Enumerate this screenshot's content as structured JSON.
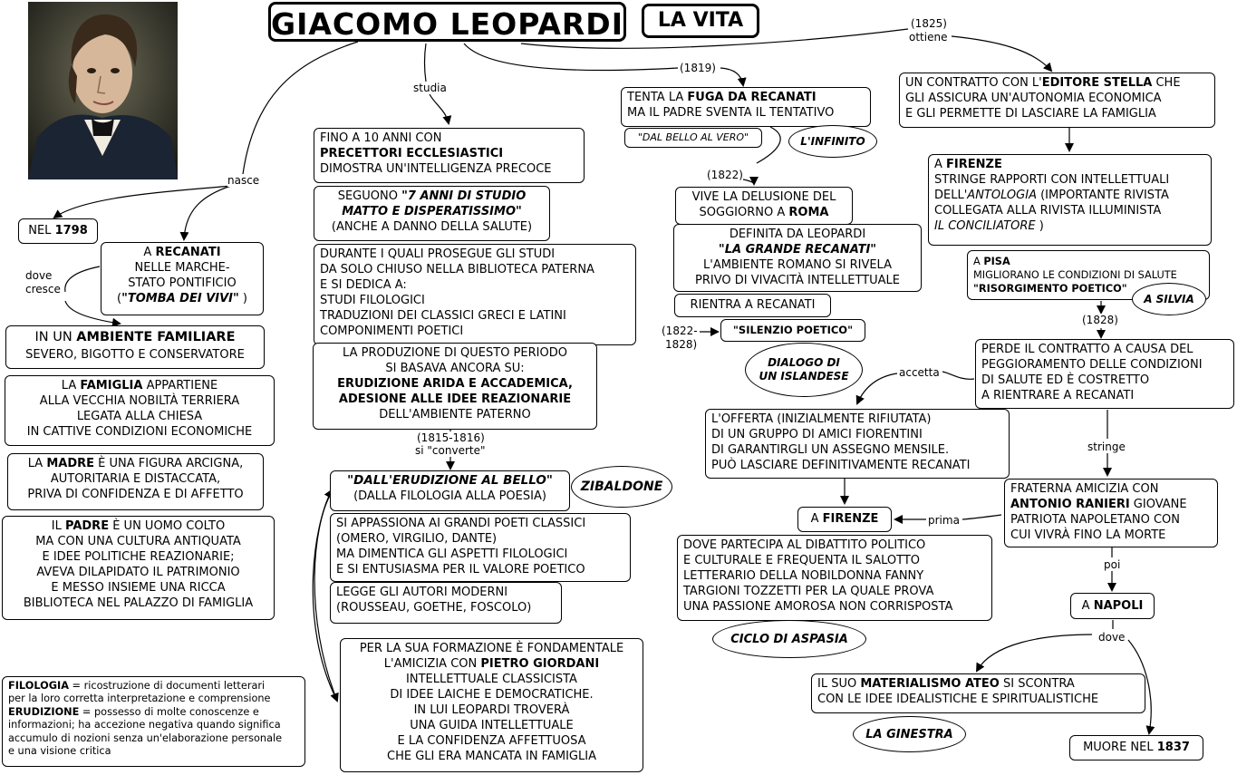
{
  "header": {
    "title": "GIACOMO LEOPARDI",
    "subtitle": "LA VITA"
  },
  "labels": {
    "nasce": "nasce",
    "studia": "studia",
    "dove_cresce_1": "dove",
    "dove_cresce_2": "cresce",
    "y1819": "(1819)",
    "y1825": "(1825)",
    "ottiene": "ottiene",
    "y1822": "(1822)",
    "y1815": "(1815-1816)",
    "converte": "si \"converte\"",
    "y1822_1828a": "(1822-",
    "y1822_1828b": "1828)",
    "y1828": "(1828)",
    "accetta": "accetta",
    "stringe": "stringe",
    "prima": "prima",
    "poi": "poi",
    "dove": "dove"
  },
  "left": {
    "nel": "NEL ",
    "year": "1798",
    "recanati_1": "A ",
    "recanati_bold": "RECANATI",
    "recanati_2": "NELLE MARCHE-",
    "recanati_3": "STATO PONTIFICIO",
    "recanati_4a": "(",
    "recanati_4b": "\"TOMBA DEI VIVI\"",
    "recanati_4c": " )",
    "amb_1": "IN UN ",
    "amb_bold": "AMBIENTE FAMILIARE",
    "amb_2": "SEVERO, BIGOTTO E CONSERVATORE",
    "fam_1": "LA ",
    "fam_bold": "FAMIGLIA",
    "fam_2": " APPARTIENE",
    "fam_3": "ALLA VECCHIA NOBILTÀ TERRIERA",
    "fam_4": "LEGATA ALLA CHIESA",
    "fam_5": "IN CATTIVE CONDIZIONI ECONOMICHE",
    "madre_1": "LA ",
    "madre_bold": "MADRE",
    "madre_2": " È UNA FIGURA ARCIGNA,",
    "madre_3": "AUTORITARIA E DISTACCATA,",
    "madre_4": "PRIVA DI CONFIDENZA E DI AFFETTO",
    "padre_1": "IL ",
    "padre_bold": "PADRE",
    "padre_2": " È UN UOMO COLTO",
    "padre_3": "MA CON UNA CULTURA ANTIQUATA",
    "padre_4": "E IDEE POLITICHE REAZIONARIE;",
    "padre_5": "AVEVA DILAPIDATO IL PATRIMONIO",
    "padre_6": "E MESSO INSIEME UNA RICCA",
    "padre_7": "BIBLIOTECA NEL PALAZZO DI FAMIGLIA",
    "note_fil_bold": "FILOLOGIA",
    "note_fil": " = ricostruzione di documenti letterari",
    "note_fil_2": "per la loro corretta interpretazione e comprensione",
    "note_eru_bold": "ERUDIZIONE",
    "note_eru": " = possesso di molte conoscenze e",
    "note_eru_2": "informazioni; ha accezione negativa quando significa",
    "note_eru_3": "accumulo di nozioni senza un'elaborazione personale",
    "note_eru_4": "e una visione critica"
  },
  "middle": {
    "p1_1": "FINO A 10 ANNI CON",
    "p1_bold": "PRECETTORI ECCLESIASTICI",
    "p1_3": "DIMOSTRA UN'INTELLIGENZA PRECOCE",
    "p2_1": "SEGUONO ",
    "p2_bold1": "\"7 ANNI DI STUDIO",
    "p2_bold2": "MATTO E DISPERATISSIMO\"",
    "p2_3": "(ANCHE A DANNO DELLA SALUTE)",
    "p3_1": "DURANTE I QUALI PROSEGUE GLI STUDI",
    "p3_2": "DA SOLO CHIUSO NELLA BIBLIOTECA PATERNA",
    "p3_3": "E SI DEDICA A:",
    "p3_4": "STUDI FILOLOGICI",
    "p3_5": "TRADUZIONI DEI CLASSICI GRECI E LATINI",
    "p3_6": "COMPONIMENTI POETICI",
    "p4_1": "LA PRODUZIONE DI QUESTO PERIODO",
    "p4_2": "SI BASAVA ANCORA SU:",
    "p4_bold1": "ERUDIZIONE ARIDA E ACCADEMICA,",
    "p4_bold2": "ADESIONE ALLE IDEE REAZIONARIE",
    "p4_5": "DELL'AMBIENTE PATERNO",
    "p5_bold": "\"DALL'ERUDIZIONE AL BELLO\"",
    "p5_2": "(DALLA FILOLOGIA ALLA POESIA)",
    "zibaldone": "ZIBALDONE",
    "p6_1": "SI APPASSIONA AI GRANDI POETI CLASSICI",
    "p6_2": "(OMERO, VIRGILIO, DANTE)",
    "p6_3": "MA DIMENTICA GLI ASPETTI FILOLOGICI",
    "p6_4": "E SI ENTUSIASMA PER IL VALORE POETICO",
    "p7_1": "LEGGE GLI AUTORI MODERNI",
    "p7_2": "(ROUSSEAU, GOETHE, FOSCOLO)",
    "p8_1": "PER LA SUA FORMAZIONE È FONDAMENTALE",
    "p8_2": "L'AMICIZIA CON ",
    "p8_bold": "PIETRO GIORDANI",
    "p8_3": "INTELLETTUALE CLASSICISTA",
    "p8_4": "DI IDEE LAICHE E DEMOCRATICHE.",
    "p8_5": "IN LUI LEOPARDI TROVERÀ",
    "p8_6": "UNA GUIDA INTELLETTUALE",
    "p8_7": "E LA CONFIDENZA AFFETTUOSA",
    "p8_8": "CHE GLI ERA MANCATA IN FAMIGLIA"
  },
  "center": {
    "fuga_1": "TENTA LA ",
    "fuga_bold": "FUGA DA RECANATI",
    "fuga_2": "MA IL PADRE SVENTA IL TENTATIVO",
    "dalbello": "\"DAL BELLO AL VERO\"",
    "infinito": "L'INFINITO",
    "roma_1": "VIVE LA DELUSIONE DEL",
    "roma_2": "SOGGIORNO A ",
    "roma_bold": "ROMA",
    "gr_1": "DEFINITA DA LEOPARDI",
    "gr_bold": "\"LA GRANDE RECANATI\"",
    "gr_3": "L'AMBIENTE ROMANO SI RIVELA",
    "gr_4": "PRIVO DI VIVACITÀ INTELLETTUALE",
    "rientra": "RIENTRA A RECANATI",
    "silenzio": "\"SILENZIO POETICO\"",
    "dialogo_1": "DIALOGO DI",
    "dialogo_2": "UN ISLANDESE",
    "off_1": "L'OFFERTA (INIZIALMENTE RIFIUTATA)",
    "off_2": "DI UN GRUPPO DI AMICI FIORENTINI",
    "off_3": "DI GARANTIRGLI UN ASSEGNO MENSILE.",
    "off_4": "PUÒ LASCIARE DEFINITIVAMENTE RECANATI",
    "firenze2_1": "A ",
    "firenze2_bold": "FIRENZE",
    "dib_1": "DOVE PARTECIPA AL DIBATTITO POLITICO",
    "dib_2": "E CULTURALE E FREQUENTA IL SALOTTO",
    "dib_3": "LETTERARIO DELLA NOBILDONNA FANNY",
    "dib_4": "TARGIONI TOZZETTI PER LA QUALE PROVA",
    "dib_5": "UNA PASSIONE AMOROSA NON CORRISPOSTA",
    "aspasia": "CICLO DI ASPASIA"
  },
  "right": {
    "stella_1": "UN CONTRATTO CON L'",
    "stella_bold": "EDITORE STELLA",
    "stella_2": " CHE",
    "stella_3": "GLI ASSICURA UN'AUTONOMIA ECONOMICA",
    "stella_4": "E GLI PERMETTE DI LASCIARE LA FAMIGLIA",
    "fir_1": "A ",
    "fir_bold": "FIRENZE",
    "fir_2": "STRINGE RAPPORTI CON INTELLETTUALI",
    "fir_3a": "DELL'",
    "fir_3b": "ANTOLOGIA",
    "fir_3c": "  (IMPORTANTE RIVISTA",
    "fir_4": "COLLEGATA ALLA RIVISTA ILLUMINISTA",
    "fir_5a": "IL CONCILIATORE",
    "fir_5b": " )",
    "pisa_1": "A ",
    "pisa_bold": "PISA",
    "pisa_2": "MIGLIORANO LE CONDIZIONI DI SALUTE",
    "pisa_bold2": "\"RISORGIMENTO POETICO\"",
    "silvia": "A SILVIA",
    "perde_1": "PERDE IL CONTRATTO A CAUSA DEL",
    "perde_2": "PEGGIORAMENTO DELLE CONDIZIONI",
    "perde_3": "DI SALUTE ED È COSTRETTO",
    "perde_4": "A RIENTRARE A RECANATI",
    "ran_1": "FRATERNA AMICIZIA CON",
    "ran_bold": "ANTONIO RANIERI",
    "ran_2": " GIOVANE",
    "ran_3": "PATRIOTA NAPOLETANO CON",
    "ran_4": "CUI VIVRÀ FINO LA MORTE",
    "napoli_1": "A ",
    "napoli_bold": "NAPOLI",
    "mat_1": "IL SUO ",
    "mat_bold": "MATERIALISMO ATEO",
    "mat_2": " SI SCONTRA",
    "mat_3": "CON LE IDEE IDEALISTICHE E SPIRITUALISTICHE",
    "ginestra": "LA GINESTRA",
    "muore_1": "MUORE NEL ",
    "muore_bold": "1837"
  }
}
